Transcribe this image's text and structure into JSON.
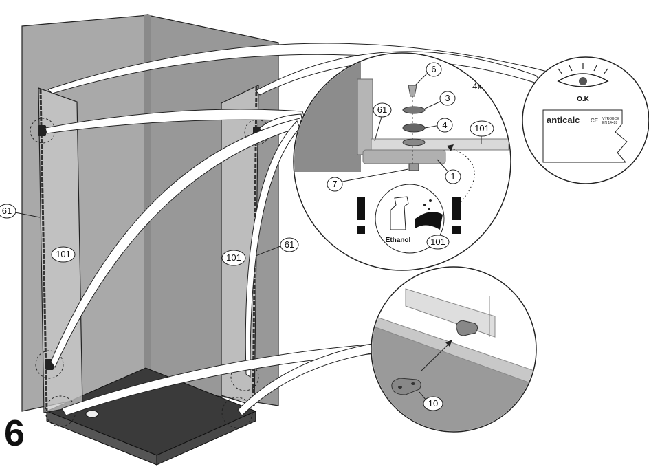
{
  "step_number": "6",
  "labels": {
    "l61_left": "61",
    "l101_left": "101",
    "l101_right": "101",
    "l61_right": "61",
    "d6": "6",
    "d3": "3",
    "d4": "4",
    "d61": "61",
    "d101": "101",
    "d7": "7",
    "d1": "1",
    "d101_ethanol": "101",
    "d10": "10"
  },
  "quantity": "4x",
  "ethanol_label": "Ethanol",
  "ok_label": "O.K",
  "brand": "anticalc",
  "ce_mark": "CE",
  "cert_line1": "VÝROBCE",
  "cert_line2": "EN 14428",
  "colors": {
    "panel": "#a6a6a6",
    "panel_dark": "#8f8f8f",
    "glass": "#cfcfcf",
    "tray": "#3b3b3b",
    "outline": "#1a1a1a"
  }
}
